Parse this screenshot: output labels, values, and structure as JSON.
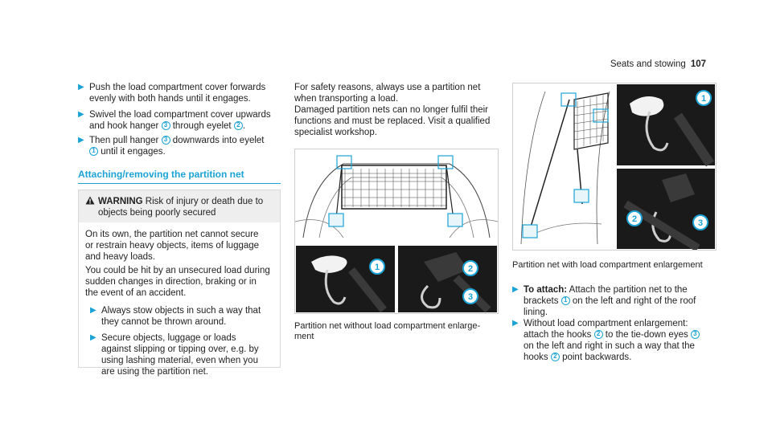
{
  "header": {
    "section": "Seats and stowing",
    "page": "107"
  },
  "left_steps": [
    {
      "pre": "Push the load compartment cover forwards\nevenly with both hands until it engages."
    },
    {
      "pre": "Swivel the load compartment cover upwards\nand hook hanger ",
      "n1": "3",
      "mid": " through eyelet ",
      "n2": "2",
      "post": "."
    },
    {
      "pre": "Then pull hanger ",
      "n1": "3",
      "mid": " downwards into eyelet\n",
      "n2": "1",
      "post": " until it engages."
    }
  ],
  "section_title": "Attaching/removing the partition net",
  "warning": {
    "label": "WARNING",
    "head": "Risk of injury or death due to\nobjects being poorly secured",
    "p1": "On its own, the partition net cannot secure\nor restrain heavy objects, items of luggage\nand heavy loads.",
    "p2": "You could be hit by an unsecured load during\nsudden changes in direction, braking or in\nthe event of an accident.",
    "b1": "Always stow objects in such a way that\nthey cannot be thrown around.",
    "b2": "Secure objects, luggage or loads\nagainst slipping or tipping over, e.g. by\nusing lashing material, even when you\nare using the partition net."
  },
  "mid_text": "For safety reasons, always use a partition net\nwhen transporting a load.\nDamaged partition nets can no longer fulfil their\nfunctions and must be replaced. Visit a qualified\nspecialist workshop.",
  "figure1_caption": "Partition net without load compartment enlarge-\nment",
  "figure2_caption": "Partition net with load compartment enlargement",
  "figure_callouts": {
    "one": "1",
    "two": "2",
    "three": "3"
  },
  "right_steps": {
    "attach_label": "To attach:",
    "attach_pre": " Attach the partition net to the\nbrackets ",
    "attach_n": "1",
    "attach_post": " on the left and right of the roof\nlining.",
    "without_pre": "Without load compartment enlargement:\nattach the hooks ",
    "without_n1": "2",
    "without_mid": " to the tie-down eyes ",
    "without_n2": "3",
    "without_mid2": "\non the left and right in such a way that the\nhooks ",
    "without_n3": "2",
    "without_post": " point backwards."
  },
  "colors": {
    "accent": "#1ba3d6",
    "warn_bg": "#eeeeee",
    "figure_dark": "#1a1a1a"
  },
  "icons": {
    "step": "arrow-right-icon",
    "warning": "warning-triangle-icon"
  }
}
